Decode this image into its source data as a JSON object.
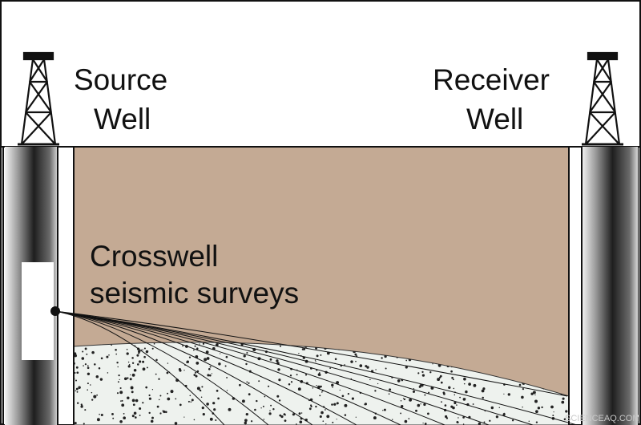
{
  "labels": {
    "source_line1": "Source",
    "source_line2": "Well",
    "receiver_line1": "Receiver",
    "receiver_line2": "Well",
    "survey_line1": "Crosswell",
    "survey_line2": "seismic surveys"
  },
  "watermark": "SCIENCEAQ.COM",
  "colors": {
    "sky": "#ffffff",
    "upper_layer": "#c4aa94",
    "lower_layer": "#eef2ee",
    "dots": "#222222",
    "outline": "#111111"
  },
  "ray_count": 9
}
